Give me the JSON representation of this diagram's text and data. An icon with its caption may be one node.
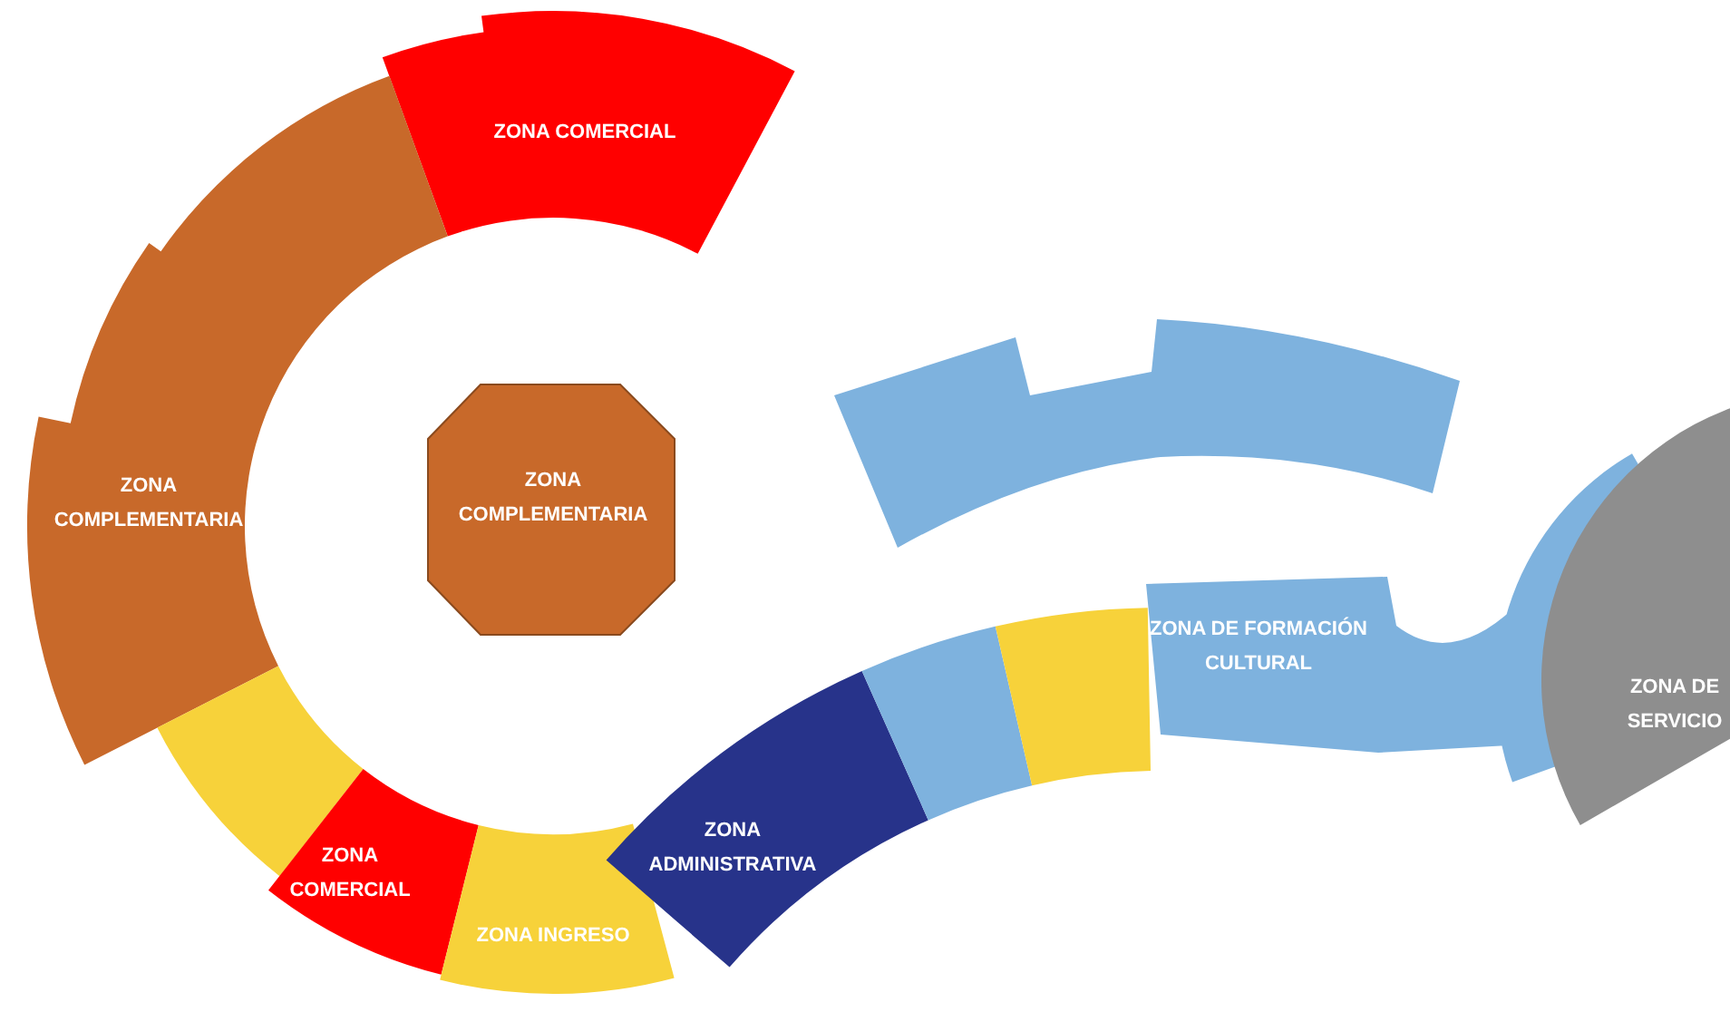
{
  "diagram": {
    "nodes": [
      {
        "text": [
          "ZONA COMERCIAL"
        ]
      },
      {
        "text": [
          "ZONA COMPLEMENTARIA"
        ]
      },
      {
        "text": [
          "ZONA COMPLEMENTARIA"
        ]
      },
      {
        "text": [],
        "shape": "bar"
      },
      {
        "text": [
          "ZONA DE FORMACIÓN CULTURAL"
        ]
      },
      {
        "text": [
          "ZONA DE SERVICIO"
        ]
      },
      {
        "text": [],
        "shape": "bar"
      },
      {
        "text": [
          "ZONA COMERCIAL"
        ]
      },
      {
        "text": [
          "ZONA INGRESO"
        ]
      },
      {
        "text": [
          "ZONA ADMINISTRATIVA"
        ]
      },
      {
        "text": [],
        "shape": "bar"
      },
      {
        "text": [],
        "shape": "bar"
      }
    ],
    "edges": []
  }
}
